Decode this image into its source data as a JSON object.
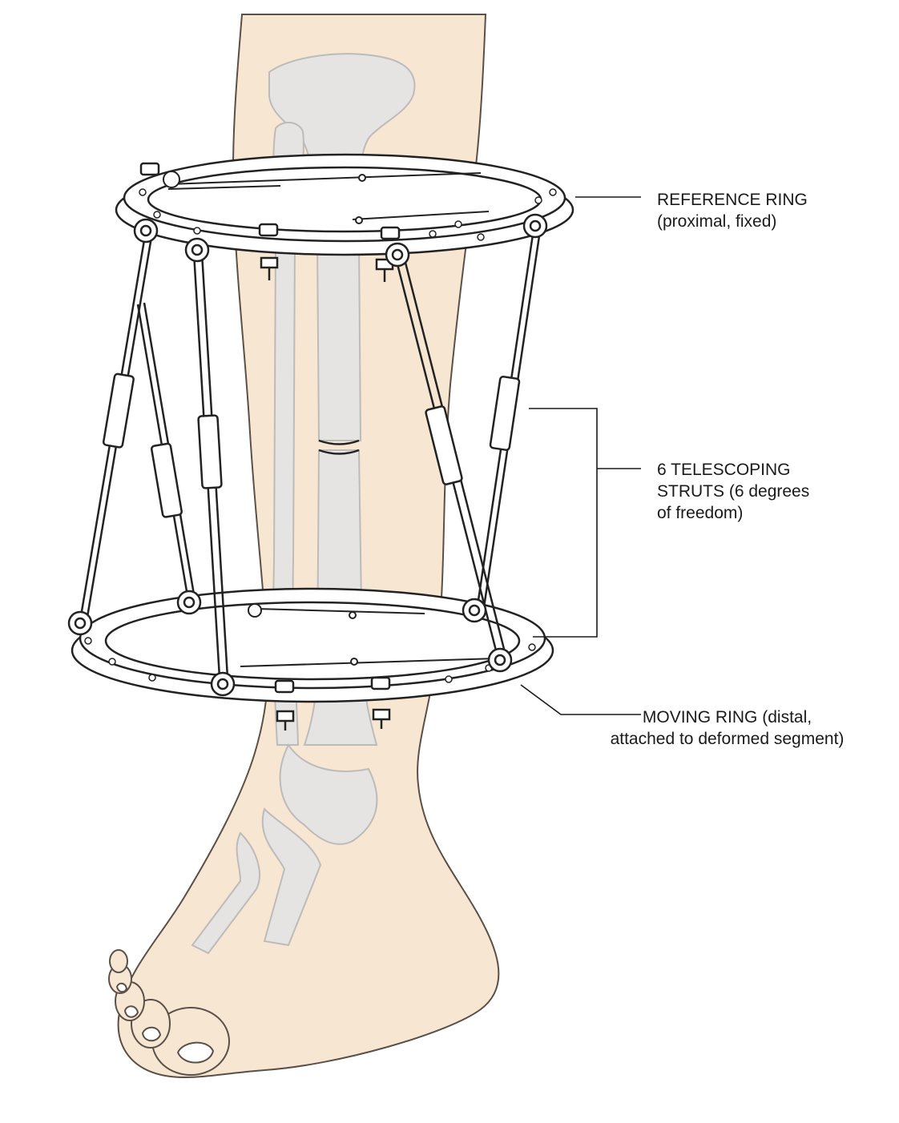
{
  "labels": {
    "reference_ring": {
      "line1": "REFERENCE RING",
      "line2": "(proximal, fixed)"
    },
    "struts": {
      "line1": "6 TELESCOPING",
      "line2": "STRUTS (6 degrees",
      "line3": "of freedom)"
    },
    "moving_ring": {
      "line1": "MOVING RING (distal,",
      "line2": "attached to deformed segment)"
    }
  },
  "colors": {
    "skin": "#f7e7d2",
    "bone": "#e4e4e4",
    "metal": "#ffffff",
    "outline": "#222222",
    "leader": "#1a1a1a"
  }
}
